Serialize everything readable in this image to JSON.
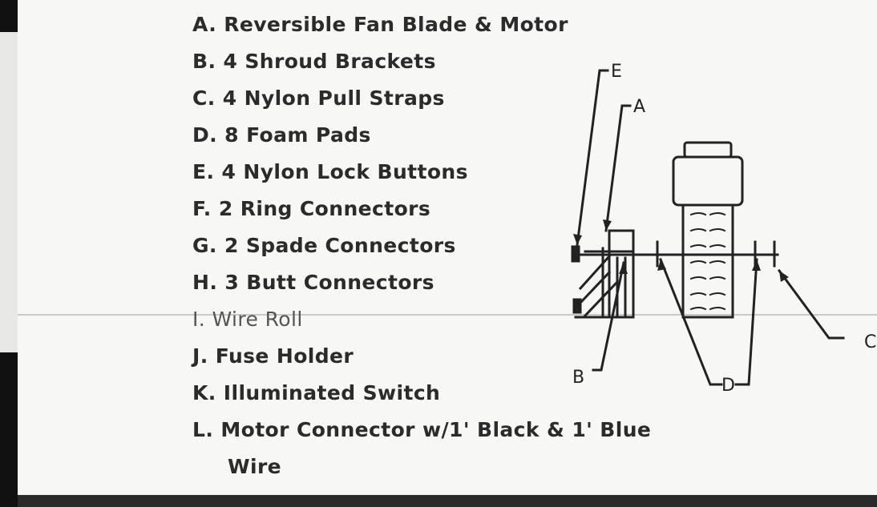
{
  "parts": [
    {
      "letter": "A.",
      "text": "Reversible Fan Blade & Motor"
    },
    {
      "letter": "B.",
      "text": "4 Shroud Brackets"
    },
    {
      "letter": "C.",
      "text": "4 Nylon Pull Straps"
    },
    {
      "letter": "D.",
      "text": "8 Foam Pads"
    },
    {
      "letter": "E.",
      "text": "4 Nylon Lock Buttons"
    },
    {
      "letter": "F.",
      "text": "2 Ring Connectors"
    },
    {
      "letter": "G.",
      "text": "2 Spade Connectors"
    },
    {
      "letter": "H.",
      "text": "3 Butt Connectors"
    },
    {
      "letter": "I.",
      "text": "Wire Roll"
    },
    {
      "letter": "J.",
      "text": "Fuse Holder"
    },
    {
      "letter": "K.",
      "text": "Illuminated Switch"
    },
    {
      "letter": "L.",
      "text": "Motor Connector w/1' Black & 1' Blue"
    }
  ],
  "parts_continuation": "Wire",
  "diagram": {
    "labels": {
      "e": "E",
      "a": "A",
      "b": "B",
      "d": "D",
      "c": "C"
    }
  }
}
